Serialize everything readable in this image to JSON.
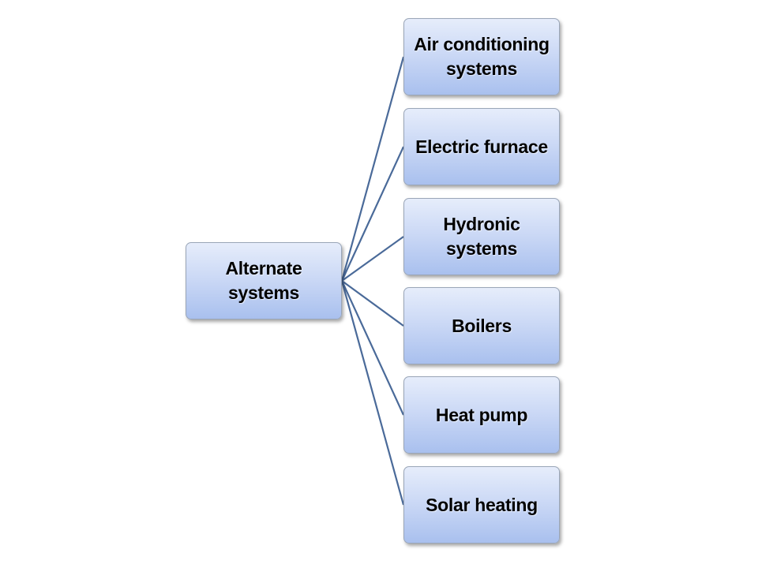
{
  "diagram": {
    "root": {
      "label": "Alternate systems"
    },
    "children": [
      {
        "label": "Air conditioning systems"
      },
      {
        "label": "Electric furnace"
      },
      {
        "label": "Hydronic systems"
      },
      {
        "label": "Boilers"
      },
      {
        "label": "Heat pump"
      },
      {
        "label": "Solar heating"
      }
    ],
    "colors": {
      "connector": "#4a6a99",
      "box_top": "#e6edfb",
      "box_bottom": "#a9c0ee",
      "border": "#9aa6b8"
    }
  }
}
